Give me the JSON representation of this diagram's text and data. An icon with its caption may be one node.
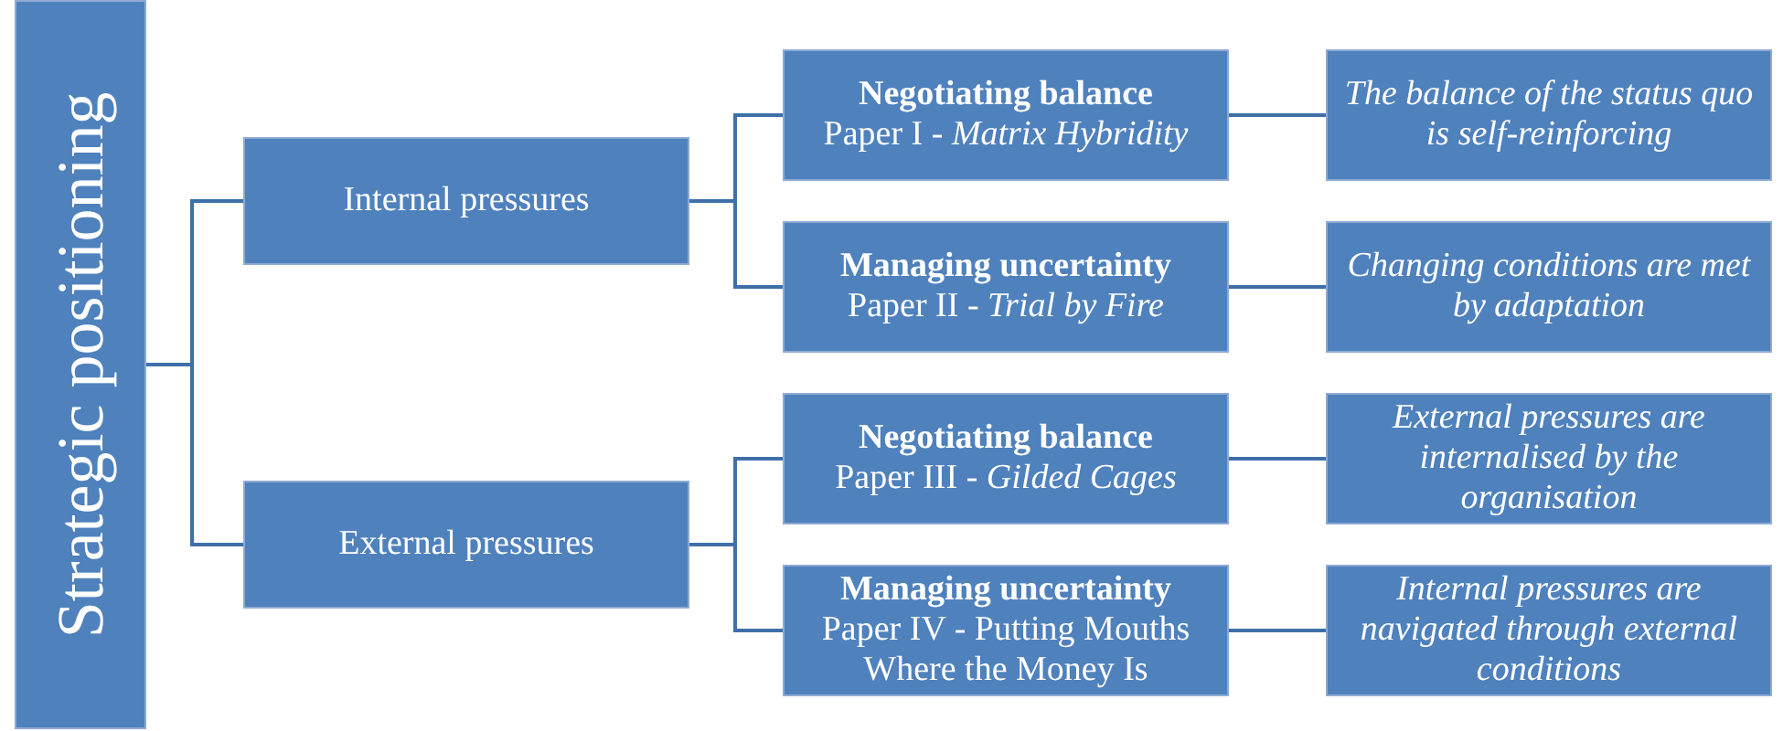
{
  "diagram": {
    "nodes": [
      {
        "text": [
          "Strategic positioning"
        ]
      },
      {
        "text": [
          "Internal pressures"
        ]
      },
      {
        "text": [
          "External pressures"
        ]
      },
      {
        "text": [
          "Negotiating balance",
          "Paper I - *Matrix Hybridity*"
        ]
      },
      {
        "text": [
          "Managing uncertainty",
          "Paper II - *Trial by Fire*"
        ]
      },
      {
        "text": [
          "Negotiating balance",
          "Paper III - *Gilded Cages*"
        ]
      },
      {
        "text": [
          "Managing uncertainty",
          "Paper IV - Putting Mouths Where the Money Is"
        ]
      },
      {
        "text": [
          "The balance of the status quo is self-reinforcing"
        ]
      },
      {
        "text": [
          "Changing conditions are met by adaptation"
        ]
      },
      {
        "text": [
          "External pressures are internalised by the organisation"
        ]
      },
      {
        "text": [
          "Internal pressures are navigated through external conditions"
        ]
      }
    ],
    "edges": [
      {
        "from": 0,
        "to": 1,
        "arrow": "none"
      },
      {
        "from": 0,
        "to": 2,
        "arrow": "none"
      },
      {
        "from": 1,
        "to": 3,
        "arrow": "none"
      },
      {
        "from": 1,
        "to": 4,
        "arrow": "none"
      },
      {
        "from": 2,
        "to": 5,
        "arrow": "none"
      },
      {
        "from": 2,
        "to": 6,
        "arrow": "none"
      },
      {
        "from": 3,
        "to": 7,
        "arrow": "none"
      },
      {
        "from": 4,
        "to": 8,
        "arrow": "none"
      },
      {
        "from": 5,
        "to": 9,
        "arrow": "none"
      },
      {
        "from": 6,
        "to": 10,
        "arrow": "none"
      }
    ]
  }
}
